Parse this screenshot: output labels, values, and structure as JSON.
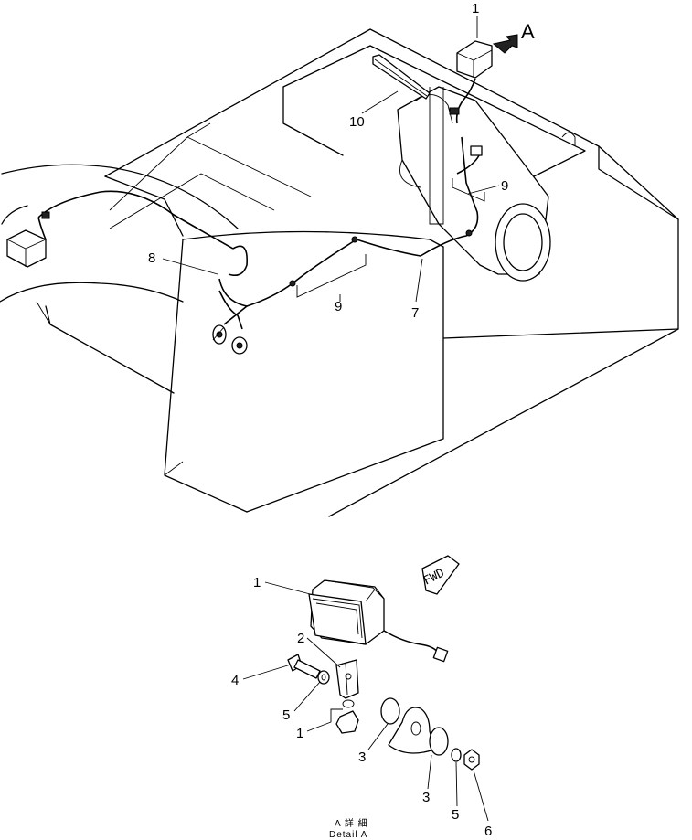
{
  "callouts_upper": {
    "c1": "1",
    "c10": "10",
    "c9a": "9",
    "c8": "8",
    "c9b": "9",
    "c7": "7",
    "view_letter": "A"
  },
  "callouts_detail": {
    "c1_lamp": "1",
    "c2": "2",
    "c4": "4",
    "c5a": "5",
    "c1_nut": "1",
    "c3a": "3",
    "c3b": "3",
    "c5b": "5",
    "c6": "6"
  },
  "fwd_label": "FWD",
  "caption": {
    "jp": "A 詳 細",
    "en": "Detail A"
  }
}
